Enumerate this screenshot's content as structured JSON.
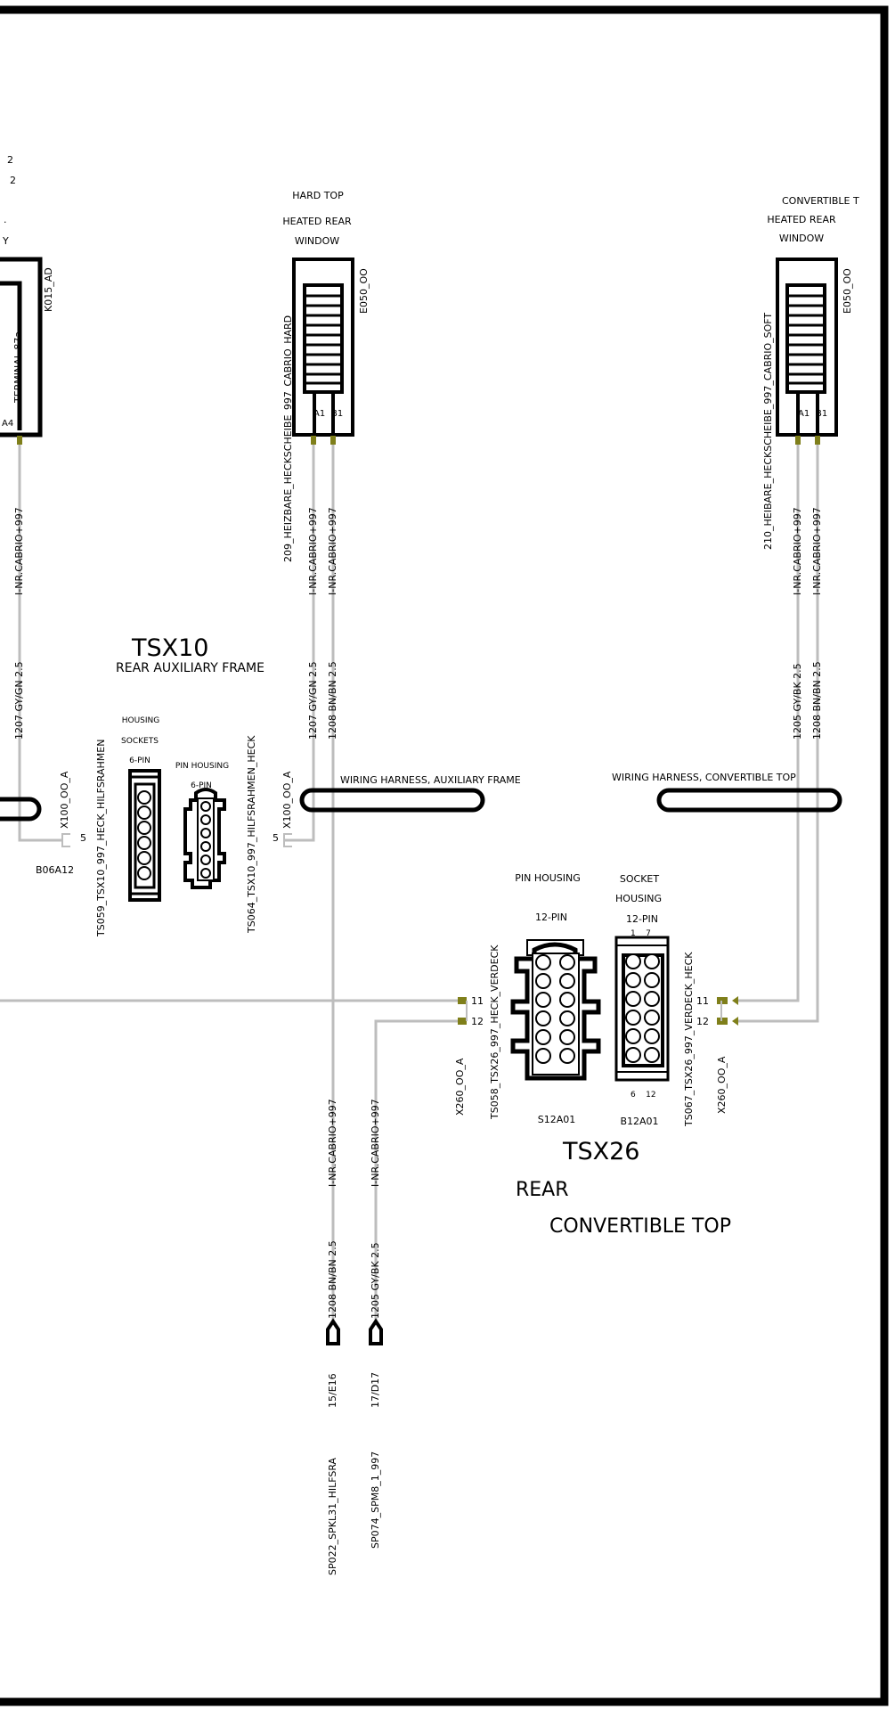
{
  "left_partial": {
    "label_2a": "2",
    "label_2b": "2",
    "label_dot": ".",
    "label_y": "Y",
    "component_id": "K015_AD",
    "terminal": "TERMINAL 87a",
    "pin": "A4",
    "wire_inr": "I-NR.CABRIO+997",
    "wire_code": "1207 GY/GN 2.5",
    "connector": "X100_OO_A",
    "pin_num": "5",
    "location": "B06A12"
  },
  "hardtop": {
    "title1": "HARD TOP",
    "title2": "HEATED REAR",
    "title3": "WINDOW",
    "component_id": "E050_OO",
    "desc": "209_HEIZBARE_HECKSCHEIBE_997_CABRIO_HARD",
    "pin_a": "A1",
    "pin_b": "B1",
    "wire_inr_a": "I-NR.CABRIO+997",
    "wire_inr_b": "I-NR.CABRIO+997",
    "wire_a": "1207 GY/GN 2.5",
    "wire_b": "1208 BN/BN 2.5"
  },
  "convtop": {
    "title1": "CONVERTIBLE T",
    "title2": "HEATED REAR",
    "title3": "WINDOW",
    "component_id": "E050_OO",
    "desc": "210_HEIBARE_HECKSCHEIBE_997_CABRIO_SOFT",
    "pin_a": "A1",
    "pin_b": "B1",
    "wire_inr_a": "I-NR.CABRIO+997",
    "wire_inr_b": "I-NR.CABRIO+997",
    "wire_a": "1205 GY/BK 2.5",
    "wire_b": "1208 BN/BN 2.5"
  },
  "tsx10": {
    "title": "TSX10",
    "subtitle": "REAR    AUXILIARY FRAME",
    "housing1": "HOUSING",
    "housing2": "SOCKETS",
    "housing3": "6-PIN",
    "pinhousing1": "PIN HOUSING",
    "pinhousing2": "6-PIN",
    "desc_left": "TS059_TSX10_997_HECK_HILFSRAHMEN",
    "desc_right": "TS064_TSX10_997_HILFSRAHMEN_HECK",
    "connector": "X100_OO_A",
    "pin_num": "5"
  },
  "harness": {
    "aux": "WIRING  HARNESS,  AUXILIARY    FRAME",
    "conv": "WIRING HARNESS, CONVERTIBLE TOP"
  },
  "tsx26": {
    "title": "TSX26",
    "sub1": "REAR",
    "sub2": "CONVERTIBLE TOP",
    "pinhousing1": "PIN HOUSING",
    "pinhousing2": "12-PIN",
    "socket1": "SOCKET",
    "socket2": "HOUSING",
    "socket3": "12-PIN",
    "desc_left": "TS058_TSX26_997_HECK_VERDECK",
    "desc_right": "TS067_TSX26_997_VERDECK_HECK",
    "connector_left": "X260_OO_A",
    "connector_right": "X260_OO_A",
    "loc_left": "S12A01",
    "loc_right": "B12A01",
    "pin11": "11",
    "pin12": "12",
    "rpin11": "11",
    "rpin12": "12",
    "socket_top": "1    7",
    "socket_bottom": "6    12"
  },
  "bottom": {
    "wire1_inr": "I-NR.CABRIO+997",
    "wire1_code": "1208 BN/BN 2.5",
    "wire1_ref": "15/E16",
    "wire1_dest": "SP022_SPKL31_HILFSRA",
    "wire2_inr": "I-NR.CABRIO+997",
    "wire2_code": "1205 GY/BK 2.5",
    "wire2_ref": "17/D17",
    "wire2_dest": "SP074_SPM8_1_997"
  }
}
